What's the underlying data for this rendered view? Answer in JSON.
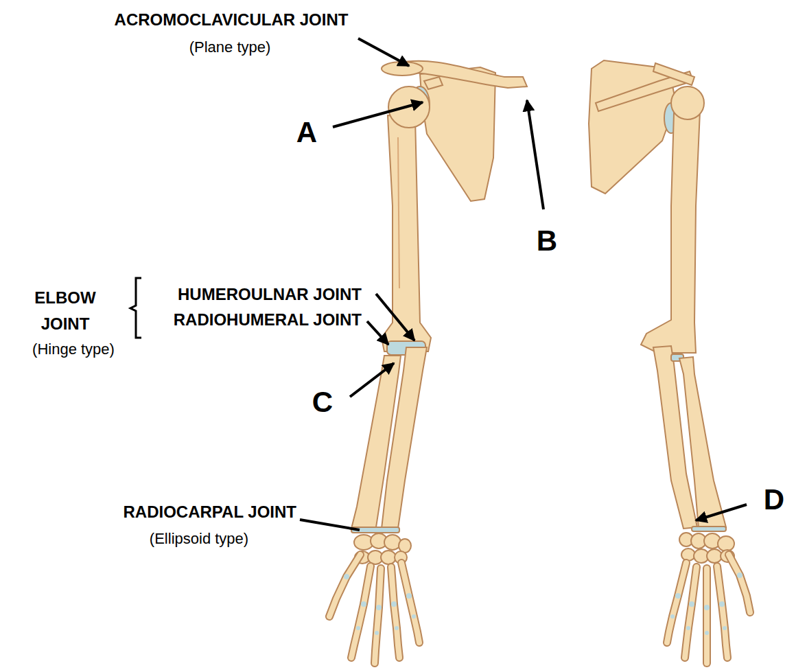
{
  "diagram": {
    "labels": [
      "ACROMOCLAVICULAR JOINT",
      "(Plane type)",
      "A",
      "B",
      "ELBOW JOINT",
      "HUMEROULNAR JOINT",
      "RADIOHUMERAL JOINT",
      "(Hinge type)",
      "C",
      "D",
      "RADIOCARPAL JOINT",
      "(Ellipsoid type)"
    ]
  }
}
